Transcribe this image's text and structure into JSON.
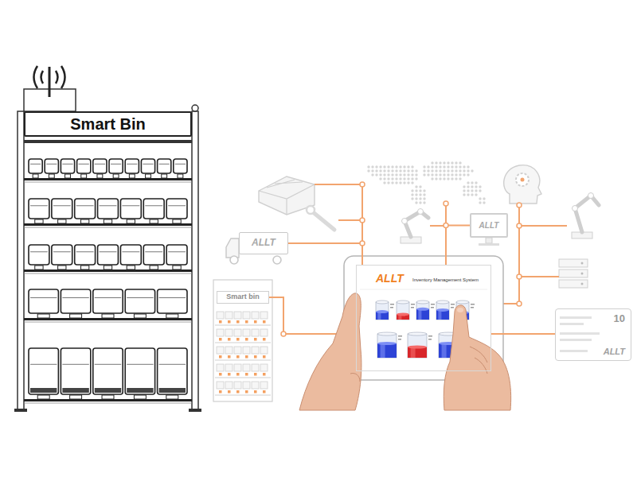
{
  "diagram": {
    "nodes": [
      {
        "text": [
          "Smart Bin"
        ]
      },
      {
        "text": [
          "ALLT",
          "Inventory Management System"
        ]
      },
      {
        "text": [
          "ALLT"
        ]
      },
      {
        "text": [
          "ALLT"
        ]
      },
      {
        "text": [
          "Smart bin"
        ]
      },
      {
        "text": [
          "10",
          "ALLT"
        ]
      }
    ],
    "edges": [
      {
        "from": 1,
        "to": 2,
        "arrow": "none"
      },
      {
        "from": 1,
        "to": 3,
        "arrow": "none"
      },
      {
        "from": 1,
        "to": 4,
        "arrow": "none"
      },
      {
        "from": 1,
        "to": 5,
        "arrow": "none"
      }
    ]
  }
}
